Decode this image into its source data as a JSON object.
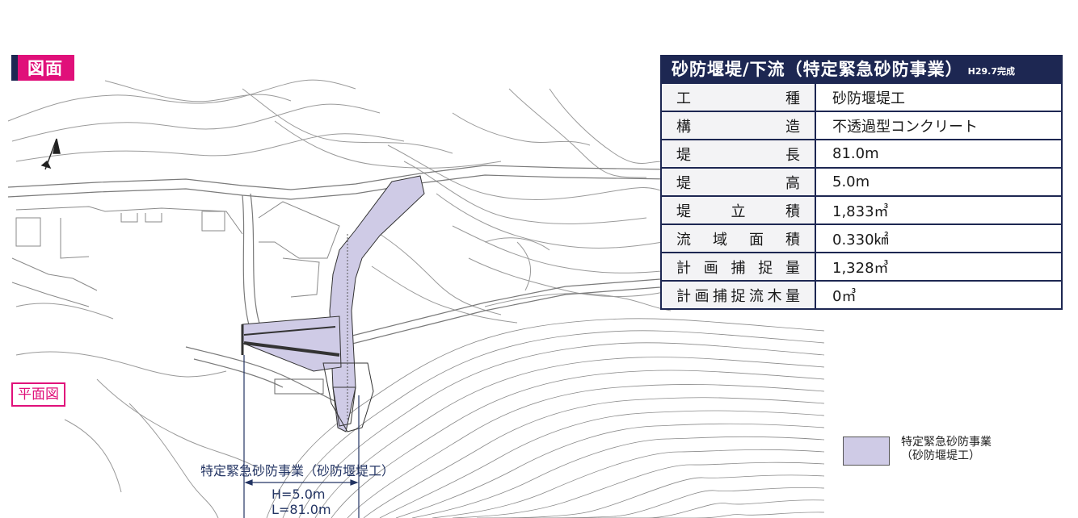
{
  "header": {
    "title": "図面"
  },
  "plan_label": "平面図",
  "spec": {
    "title": "砂防堰堤/下流（特定緊急砂防事業）",
    "completion": "H29.7完成",
    "rows": [
      {
        "key": "工種",
        "value": "砂防堰堤工"
      },
      {
        "key": "構造",
        "value": "不透過型コンクリート"
      },
      {
        "key": "堤長",
        "value": "81.0m"
      },
      {
        "key": "堤高",
        "value": "5.0m"
      },
      {
        "key": "堤立積",
        "value": "1,833㎥"
      },
      {
        "key": "流域面積",
        "value": "0.330㎢"
      },
      {
        "key": "計画捕捉量",
        "value": "1,328㎥"
      },
      {
        "key": "計画捕捉流木量",
        "value": "0㎥"
      }
    ]
  },
  "legend": {
    "line1": "特定緊急砂防事業",
    "line2": "（砂防堰堤工）",
    "color": "#cfcbe6"
  },
  "callout": {
    "label": "特定緊急砂防事業（砂防堰堤工）",
    "height": "H=5.0m",
    "length": "L=81.0m"
  },
  "colors": {
    "navy": "#1d2752",
    "magenta": "#e0107a",
    "dam_fill": "#cfcbe6"
  }
}
